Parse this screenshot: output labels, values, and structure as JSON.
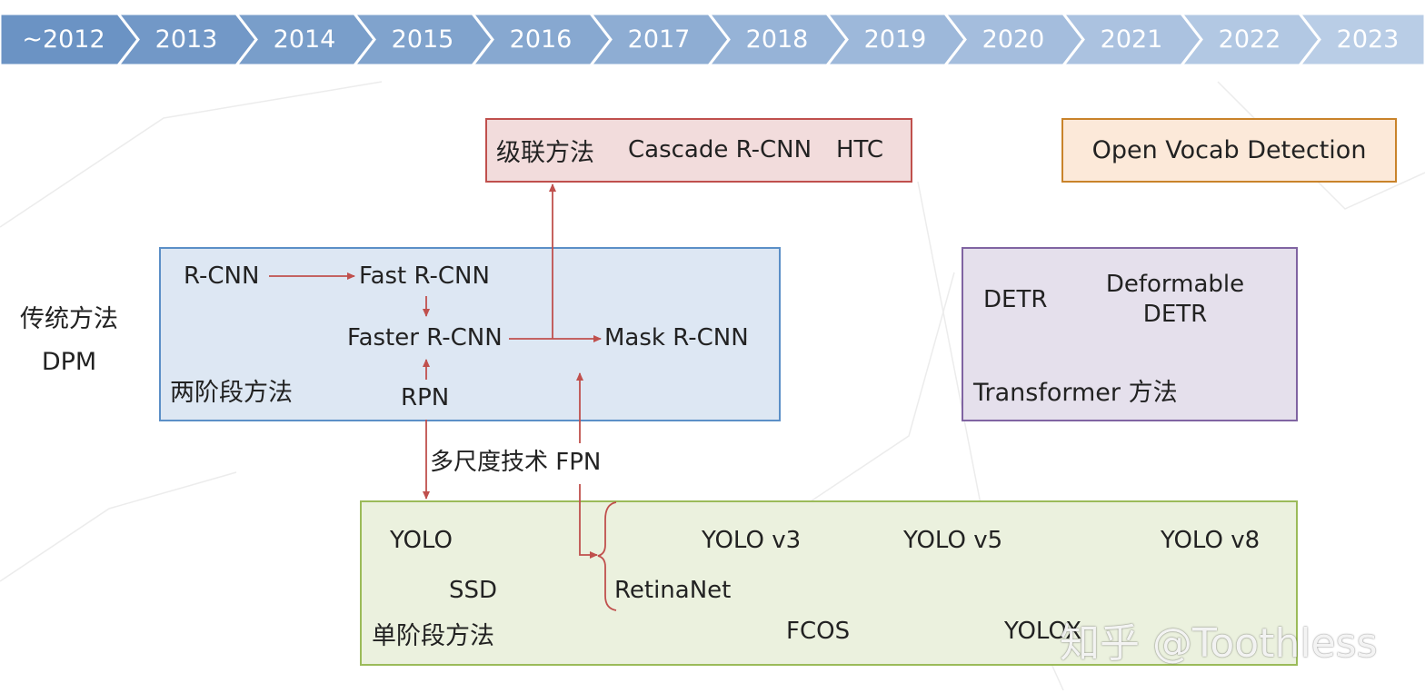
{
  "timeline": {
    "years": [
      "~2012",
      "2013",
      "2014",
      "2015",
      "2016",
      "2017",
      "2018",
      "2019",
      "2020",
      "2021",
      "2022",
      "2023"
    ]
  },
  "traditional": {
    "line1": "传统方法",
    "line2": "DPM"
  },
  "cascade": {
    "title": "级联方法",
    "item1": "Cascade R-CNN",
    "item2": "HTC"
  },
  "open_vocab": {
    "label": "Open Vocab Detection"
  },
  "two_stage": {
    "title": "两阶段方法",
    "rcnn": "R-CNN",
    "fast_rcnn": "Fast R-CNN",
    "faster_rcnn": "Faster R-CNN",
    "mask_rcnn": "Mask R-CNN",
    "rpn": "RPN"
  },
  "transformer": {
    "title": "Transformer 方法",
    "detr": "DETR",
    "deformable_line1": "Deformable",
    "deformable_line2": "DETR"
  },
  "fpn_label": "多尺度技术 FPN",
  "one_stage": {
    "title": "单阶段方法",
    "yolo": "YOLO",
    "ssd": "SSD",
    "retinanet": "RetinaNet",
    "yolov3": "YOLO v3",
    "yolov5": "YOLO v5",
    "yolov8": "YOLO v8",
    "fcos": "FCOS",
    "yolox": "YOLOX"
  },
  "watermark": {
    "text": "知乎 @Toothless"
  },
  "colors": {
    "timeline_dark": "#6b93c4",
    "timeline_light": "#b9cde6",
    "arrow": "#c0504d",
    "cascade_border": "#c0504d",
    "cascade_fill": "#f2dcdc",
    "open_border": "#c9832a",
    "open_fill": "#fce9d9",
    "two_stage_border": "#5b8fc7",
    "two_stage_fill": "#dde7f3",
    "transformer_border": "#8064a2",
    "transformer_fill": "#e5e0ec",
    "one_stage_border": "#9bbb59",
    "one_stage_fill": "#ebf1de"
  }
}
